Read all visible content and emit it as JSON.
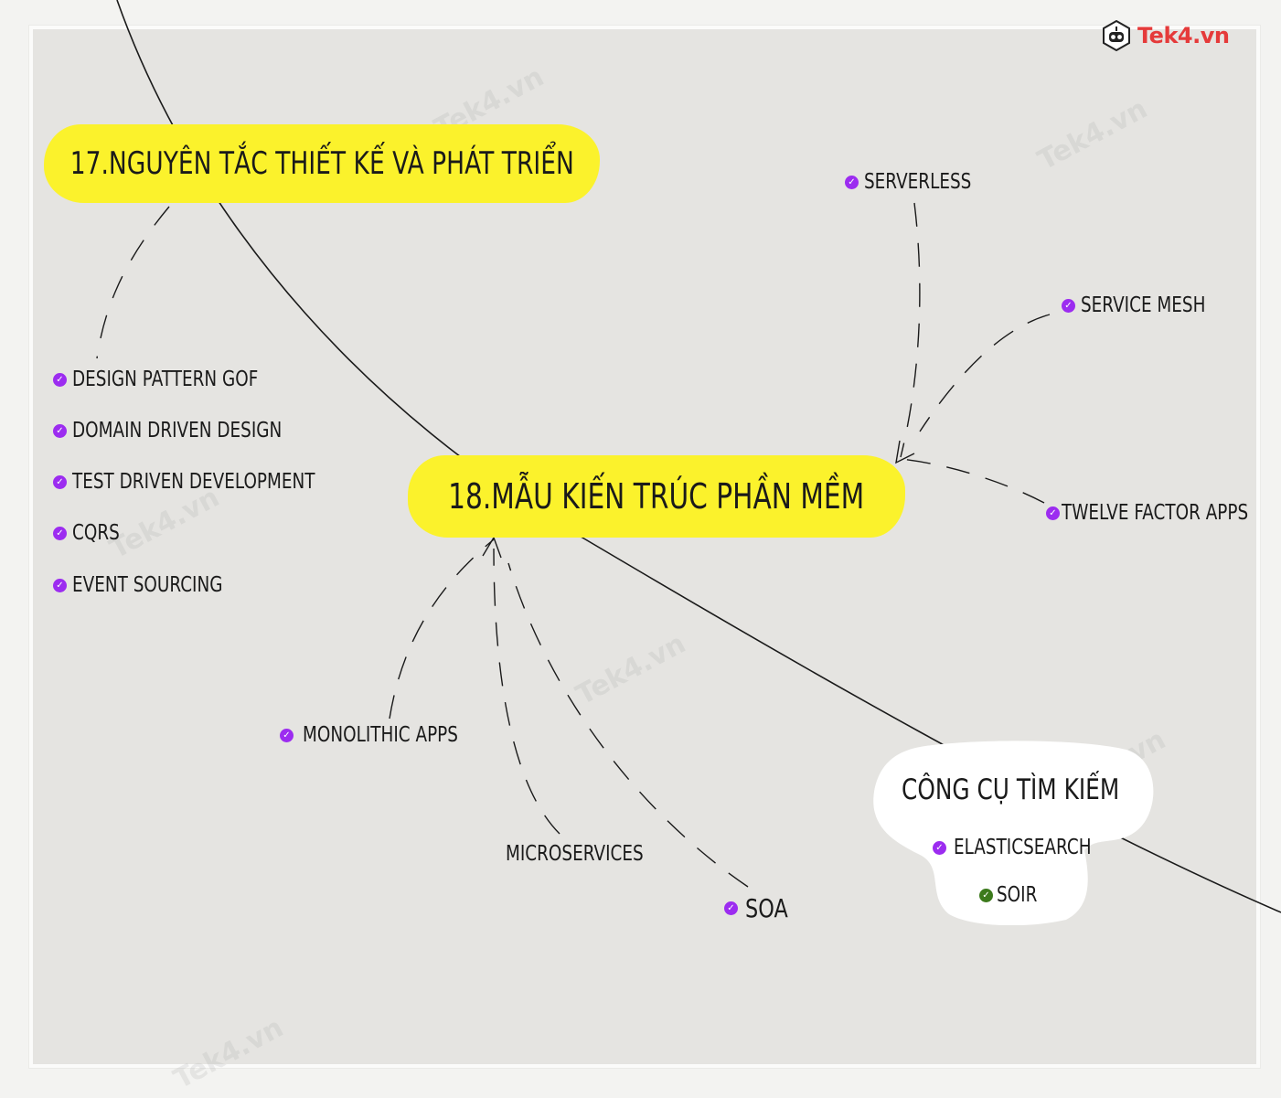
{
  "logo": {
    "text": "Tek4.vn"
  },
  "watermark": "Tek4.vn",
  "nodes": {
    "principles": {
      "title": "17.NGUYÊN TẮC THIẾT KẾ VÀ PHÁT TRIỂN"
    },
    "architecture": {
      "title": "18.MẪU KIẾN TRÚC PHẦN MỀM"
    },
    "search_tools": {
      "title": "CÔNG CỤ TÌM KIẾM"
    }
  },
  "lists": {
    "principles_items": [
      {
        "label": "DESIGN PATTERN GOF"
      },
      {
        "label": "DOMAIN DRIVEN DESIGN"
      },
      {
        "label": "TEST DRIVEN DEVELOPMENT"
      },
      {
        "label": "CQRS"
      },
      {
        "label": "EVENT SOURCING"
      }
    ],
    "architecture_top": [
      {
        "label": "SERVERLESS"
      },
      {
        "label": "SERVICE MESH"
      },
      {
        "label": "TWELVE FACTOR APPS"
      }
    ],
    "architecture_bottom": [
      {
        "label": "MONOLITHIC APPS"
      },
      {
        "label": "MICROSERVICES"
      },
      {
        "label": "SOA"
      }
    ],
    "search_items": [
      {
        "label": "ELASTICSEARCH"
      },
      {
        "label": "SOIR"
      }
    ]
  },
  "colors": {
    "highlight": "#fbf22c",
    "check_purple": "#9c2cf0",
    "check_green": "#3c7a1c",
    "logo_red": "#e53a3a",
    "board": "#e5e4e1"
  },
  "icons": {
    "check": "check-circle-icon",
    "logo": "robot-hexagon-icon"
  }
}
